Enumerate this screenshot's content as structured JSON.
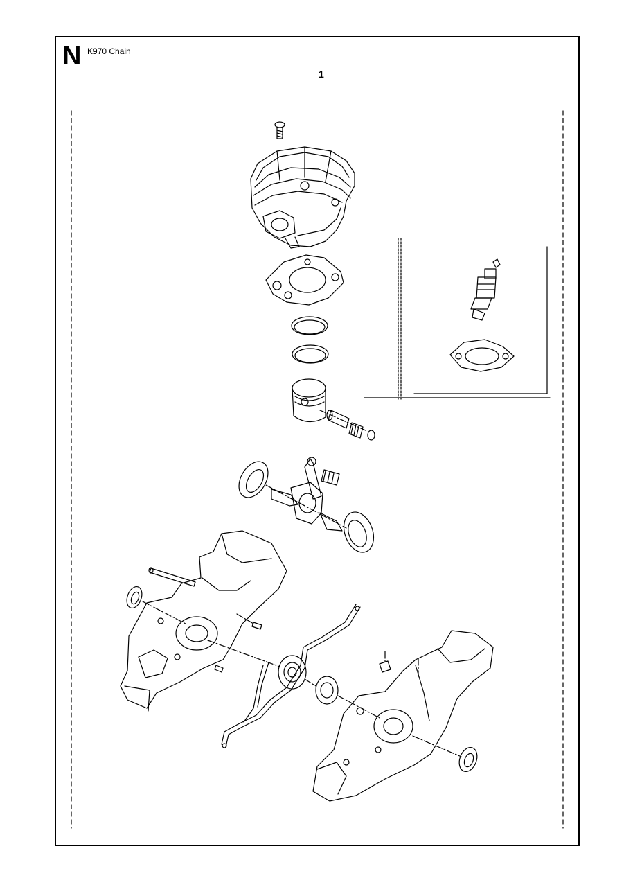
{
  "header": {
    "section_letter": "N",
    "model_title": "K970 Chain",
    "group_number": "1"
  },
  "colors": {
    "ink": "#000000",
    "paper": "#ffffff"
  }
}
